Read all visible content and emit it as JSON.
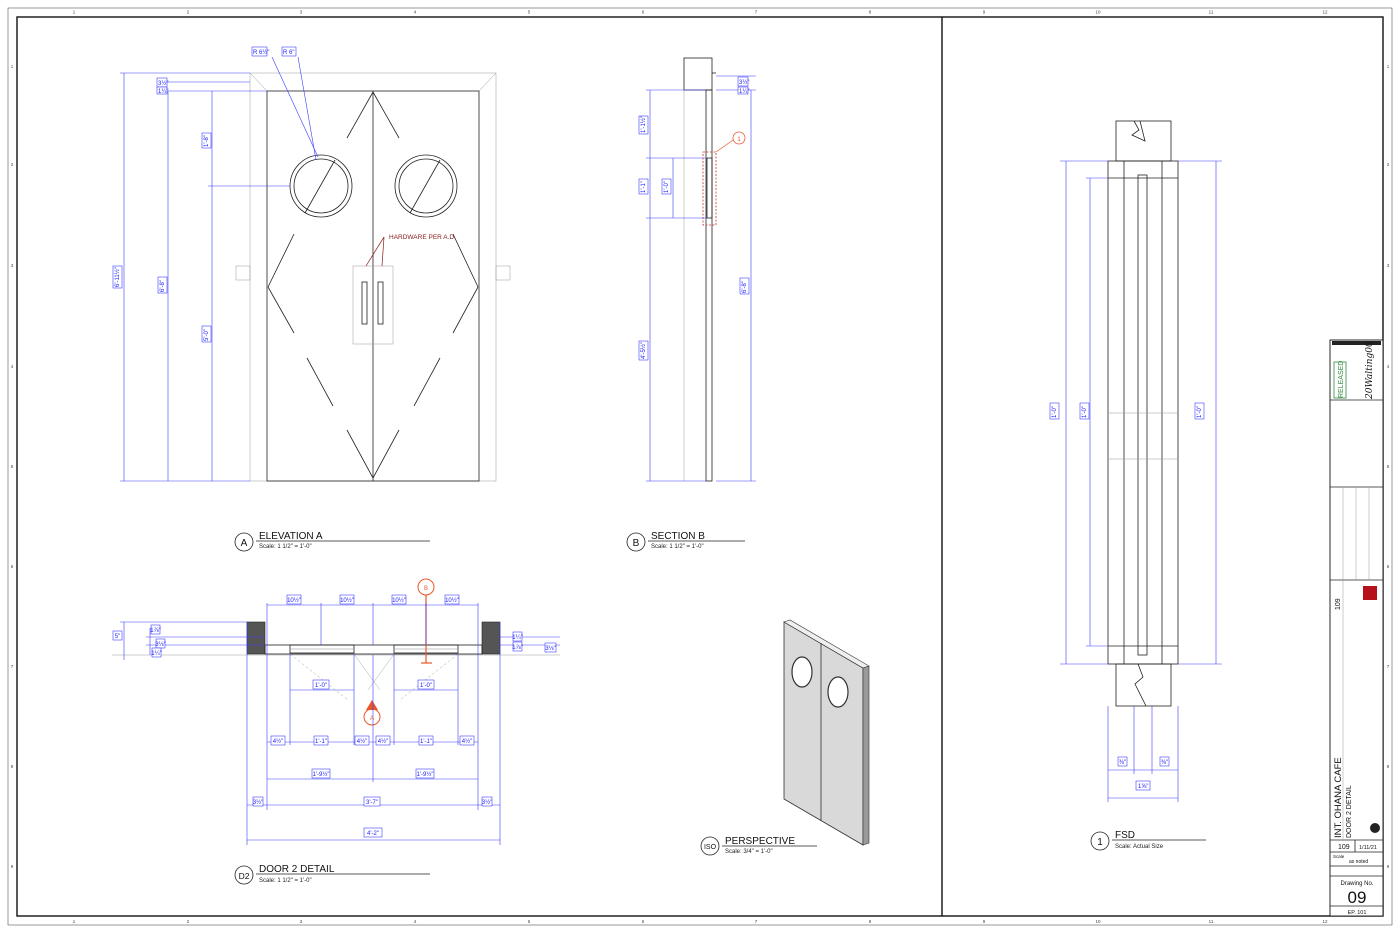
{
  "views": {
    "elevation_a": {
      "tag": "A",
      "title": "ELEVATION A",
      "scale": "Scale: 1 1/2\" = 1'-0\""
    },
    "section_b": {
      "tag": "B",
      "title": "SECTION B",
      "scale": "Scale: 1 1/2\" = 1'-0\""
    },
    "door2_detail": {
      "tag": "D2",
      "title": "DOOR 2 DETAIL",
      "scale": "Scale: 1 1/2\" = 1'-0\""
    },
    "perspective": {
      "tag": "ISO",
      "title": "PERSPECTIVE",
      "scale": "Scale: 3/4\" = 1'-0\""
    },
    "fsd": {
      "tag": "1",
      "title": "FSD",
      "scale": "Scale: Actual Size"
    }
  },
  "annotations": {
    "hardware": "HARDWARE PER A.D.",
    "radius_a": "R 6½\"",
    "radius_b": "R 6\"",
    "callout_1": "1",
    "callout_b": "B",
    "callout_a": "A"
  },
  "elevation_dims": {
    "overall": "6'-11½\"",
    "door": "6'-8\"",
    "to_window": "1'-8\"",
    "to_hardware": "5'-0\"",
    "top_a": "3½\"",
    "top_b": "1¼\""
  },
  "section_dims": {
    "top": "1'-1½\"",
    "window": "1'-1\"",
    "window_inner": "1'-0\"",
    "bottom": "4'-5½\"",
    "overall": "6'-8\"",
    "top_a": "3½\"",
    "top_b": "1¼\""
  },
  "detail_dims": {
    "top_segments": [
      "10½\"",
      "10½\"",
      "10½\"",
      "10½\""
    ],
    "left_stack": [
      "5\"",
      "1⅞\"",
      "3⅛\"",
      "1¼\""
    ],
    "inner_a": [
      "1'-0\"",
      "1'-0\""
    ],
    "row_a": [
      "4½\"",
      "1'-1\"",
      "4½\"",
      "4½\"",
      "1'-1\"",
      "4½\""
    ],
    "row_b": [
      "1'-9½\"",
      "1'-9½\""
    ],
    "row_c": [
      "3½\"",
      "3'-7\"",
      "3½\""
    ],
    "overall": "4'-2\""
  },
  "fsd_dims": {
    "height_a": "1'-0\"",
    "height_b": "1'-0\"",
    "height_c": "1'-0\"",
    "width": "1⅝\"",
    "small_a": "⅜\"",
    "small_b": "⅜\""
  },
  "title_block": {
    "project": "INT. OHANA CAFE",
    "sheet_title": "DOOR 2 DETAIL",
    "sheet_no": "109",
    "date": "1/11/21",
    "scale_label": "Scale",
    "scale_value": "as noted",
    "drawing_no_label": "Drawing No.",
    "drawing_no": "09",
    "page": "EP. 101",
    "status": "RELEASED",
    "signature": "20Walting00"
  },
  "grid": {
    "columns": [
      "1",
      "2",
      "3",
      "4",
      "5",
      "6",
      "7",
      "8",
      "9",
      "10",
      "11",
      "12"
    ],
    "rows": [
      "1",
      "2",
      "3",
      "4",
      "5",
      "6",
      "7",
      "8",
      "9"
    ]
  },
  "colors": {
    "dimension": "#1a1aff",
    "callout": "#e8582a",
    "annotation": "#8b1a1a"
  }
}
